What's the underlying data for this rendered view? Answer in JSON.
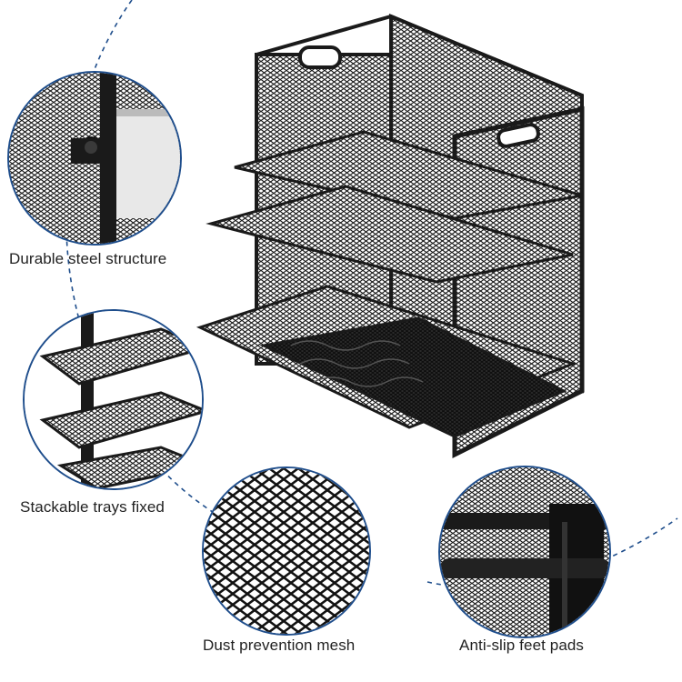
{
  "captions": {
    "steel": "Durable steel structure",
    "trays": "Stackable trays fixed",
    "mesh": "Dust prevention mesh",
    "feet": "Anti-slip feet pads"
  },
  "colors": {
    "accent": "#1f4e8c",
    "metal": "#1a1a1a",
    "background": "#ffffff"
  }
}
